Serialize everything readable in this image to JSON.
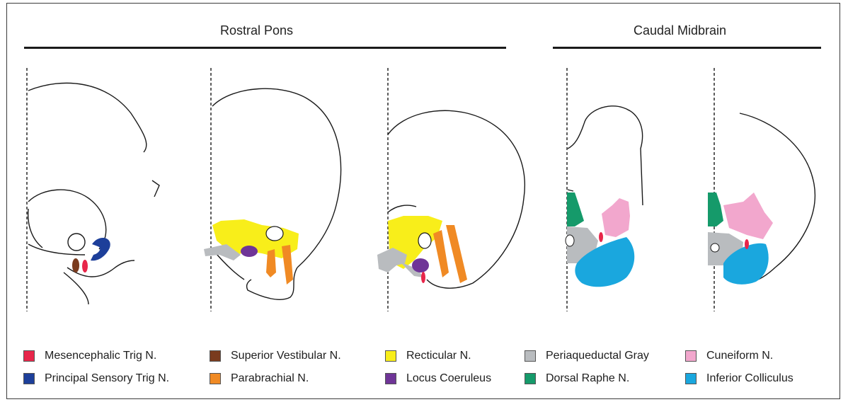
{
  "sections": [
    {
      "title": "Rostral Pons"
    },
    {
      "title": "Caudal Midbrain"
    }
  ],
  "legend": [
    {
      "label": "Mesencephalic Trig N.",
      "color": "#e8264a"
    },
    {
      "label": "Principal Sensory Trig N.",
      "color": "#1d3f9a"
    },
    {
      "label": "Superior Vestibular N.",
      "color": "#7a3b1e"
    },
    {
      "label": "Parabrachial N.",
      "color": "#f08a24"
    },
    {
      "label": "Recticular N.",
      "color": "#f8ee1a"
    },
    {
      "label": "Locus Coeruleus",
      "color": "#6f3597"
    },
    {
      "label": "Periaqueductal Gray",
      "color": "#b9bcbf"
    },
    {
      "label": "Dorsal Raphe N.",
      "color": "#159a6a"
    },
    {
      "label": "Cuneiform N.",
      "color": "#f2a7cd"
    },
    {
      "label": "Inferior Colliculus",
      "color": "#1aa7de"
    }
  ]
}
